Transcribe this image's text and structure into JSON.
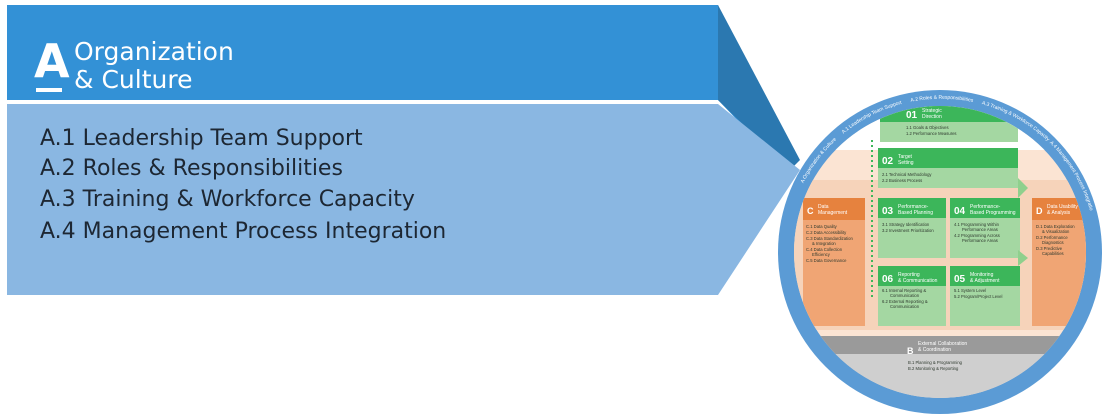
{
  "banner": {
    "letter": "A",
    "title_line1": "Organization",
    "title_line2": "& Culture",
    "items": [
      "A.1 Leadership Team Support",
      "A.2 Roles & Responsibilities",
      "A.3 Training & Workforce Capacity",
      "A.4 Management Process Integration"
    ]
  },
  "wheel": {
    "ring_labels": {
      "a": "A Organization & Culture",
      "a1": "A.1 Leadership Team Support",
      "a2": "A.2 Roles & Responsibilities",
      "a3": "A.3 Training & Workforce Capacity",
      "a4": "A.4 Management Process Integration"
    },
    "box01": {
      "num": "01",
      "title1": "Strategic",
      "title2": "Direction",
      "l1": "1.1 Goals & Objectives",
      "l2": "1.2 Performance Measures"
    },
    "box02": {
      "num": "02",
      "title1": "Target",
      "title2": "Setting",
      "l1": "2.1 Technical Methodology",
      "l2": "2.2 Business Process"
    },
    "box03": {
      "num": "03",
      "title1": "Performance-",
      "title2": "Based Planning",
      "l1": "3.1 Strategy Identification",
      "l2": "3.2 Investment Prioritization"
    },
    "box04": {
      "num": "04",
      "title1": "Performance-",
      "title2": "Based Programming",
      "l1": "4.1 Programming Within",
      "l2": "Performance Areas",
      "l3": "4.2 Programming Across",
      "l4": "Performance Areas"
    },
    "box05": {
      "num": "05",
      "title1": "Monitoring",
      "title2": "& Adjustment",
      "l1": "5.1 System Level",
      "l2": "5.2 Program/Project Level"
    },
    "box06": {
      "num": "06",
      "title1": "Reporting",
      "title2": "& Communication",
      "l1": "6.1 Internal Reporting &",
      "l2": "Communication",
      "l3": "6.2 External Reporting &",
      "l4": "Communication"
    },
    "boxC": {
      "letter": "C",
      "title1": "Data",
      "title2": "Management",
      "l1": "C.1 Data Quality",
      "l2": "C.2 Data Accessibility",
      "l3": "C.3 Data Standardization",
      "l4": "& Integration",
      "l5": "C.4 Data Collection",
      "l6": "Efficiency",
      "l7": "C.5 Data Governance"
    },
    "boxD": {
      "letter": "D",
      "title1": "Data Usability",
      "title2": "& Analysis",
      "l1": "D.1 Data Exploration",
      "l2": "& Visualization",
      "l3": "D.2 Performance",
      "l4": "Diagnostics",
      "l5": "D.3 Predictive",
      "l6": "Capabilities"
    },
    "boxB": {
      "letter": "B",
      "title1": "External Collaboration",
      "title2": "& Coordination",
      "l1": "B.1 Planning & Programming",
      "l2": "B.2 Monitoring & Reporting"
    }
  },
  "colors": {
    "header_blue": "#3391d6",
    "header_dark": "#2b78b0",
    "panel_blue": "#8ab7e2",
    "ring_blue": "#5b9bd5",
    "green": "#3cb65a",
    "green_light": "#a4d7a2",
    "orange": "#e6823e",
    "peach": "#f6d3ba",
    "gray": "#9a9a9a"
  }
}
